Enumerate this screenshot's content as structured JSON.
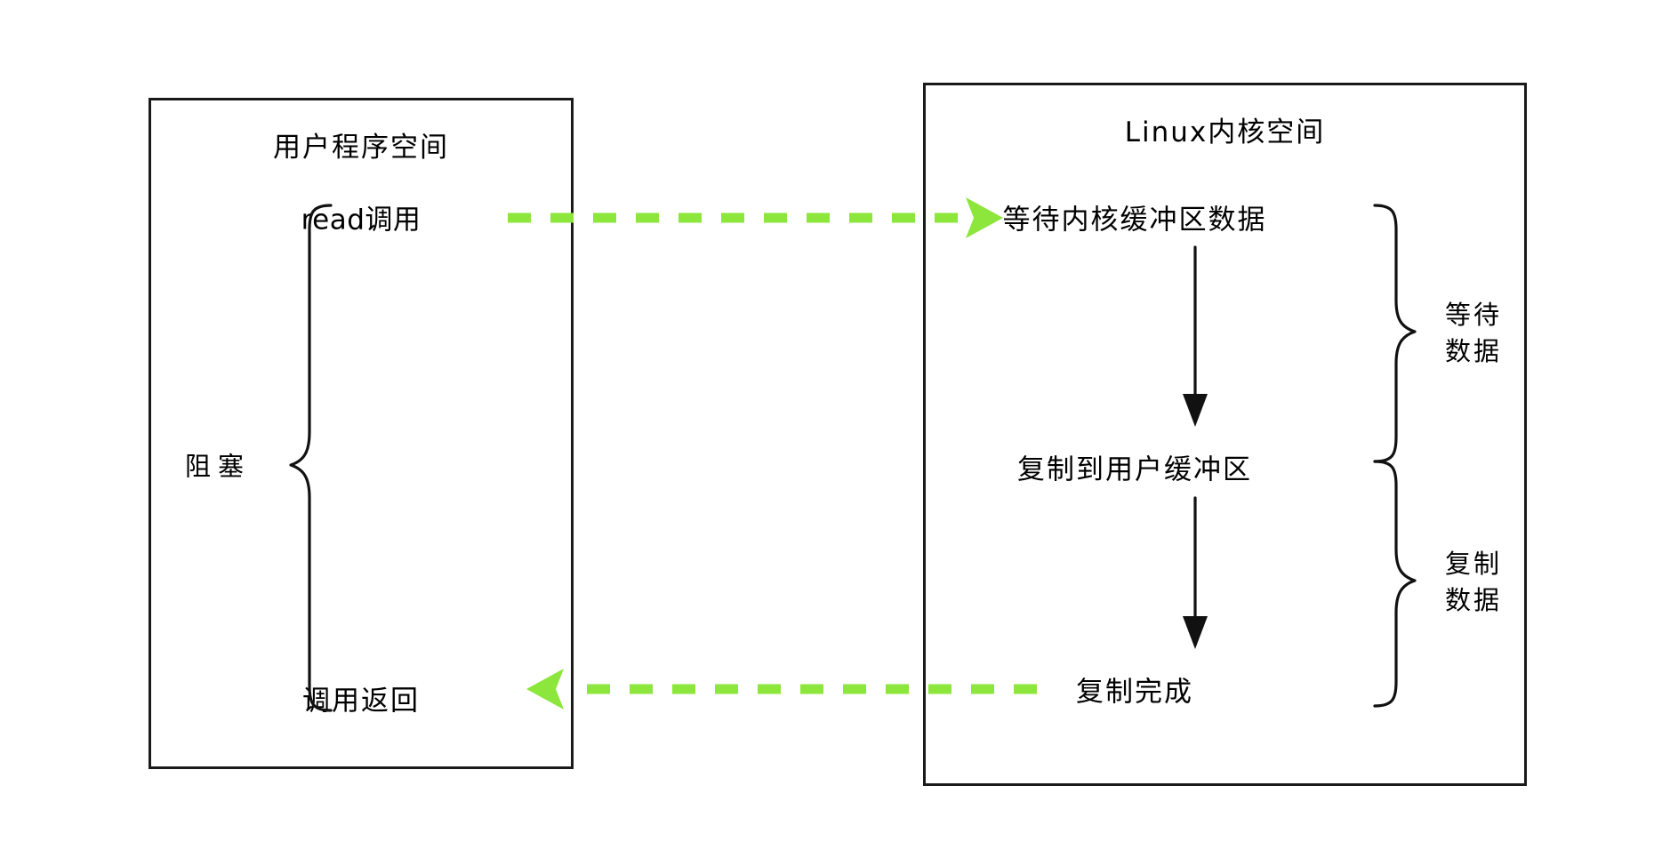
{
  "diagram": {
    "title_left": "用户程序空间",
    "title_right": "Linux内核空间",
    "accent_color": "#8CE63C",
    "ink_color": "#111111",
    "background": "#FFFFFF"
  },
  "user_space": {
    "title": "用户程序空间",
    "nodes": [
      {
        "id": "read-call",
        "label": "read调用"
      },
      {
        "id": "call-return",
        "label": "调用返回"
      }
    ],
    "brace_label": "阻塞"
  },
  "kernel_space": {
    "title": "Linux内核空间",
    "nodes": [
      {
        "id": "wait-kernel-buffer",
        "label": "等待内核缓冲区数据"
      },
      {
        "id": "copy-to-user-buffer",
        "label": "复制到用户缓冲区"
      },
      {
        "id": "copy-complete",
        "label": "复制完成"
      }
    ],
    "brace_labels": [
      {
        "id": "wait-data",
        "label": "等待\n数据",
        "line1": "等待",
        "line2": "数据"
      },
      {
        "id": "copy-data",
        "label": "复制\n数据",
        "line1": "复制",
        "line2": "数据"
      }
    ]
  },
  "flows": [
    {
      "id": "request-flow",
      "from": "read调用",
      "to": "等待内核缓冲区数据",
      "style": "dashed",
      "direction": "right",
      "color": "#8CE63C"
    },
    {
      "id": "response-flow",
      "from": "复制完成",
      "to": "调用返回",
      "style": "dashed",
      "direction": "left",
      "color": "#8CE63C"
    }
  ],
  "internal_arrows": [
    {
      "id": "wait-to-copy",
      "from": "等待内核缓冲区数据",
      "to": "复制到用户缓冲区"
    },
    {
      "id": "copy-to-done",
      "from": "复制到用户缓冲区",
      "to": "复制完成"
    }
  ]
}
